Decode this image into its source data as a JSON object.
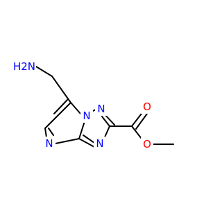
{
  "colors": {
    "background": "#ffffff",
    "bond": "#000000",
    "nitrogen": "#0000ff",
    "oxygen": "#ff0000"
  },
  "atoms": [
    {
      "id": "n_amine",
      "label": "H2N",
      "element": "N"
    },
    {
      "id": "n_bridge",
      "label": "N",
      "element": "N"
    },
    {
      "id": "n_triazole_top",
      "label": "N",
      "element": "N"
    },
    {
      "id": "n_triazole_bottom",
      "label": "N",
      "element": "N"
    },
    {
      "id": "n_pyrimidine",
      "label": "N",
      "element": "N"
    },
    {
      "id": "o_carbonyl",
      "label": "O",
      "element": "O"
    },
    {
      "id": "o_ester",
      "label": "O",
      "element": "O"
    }
  ]
}
